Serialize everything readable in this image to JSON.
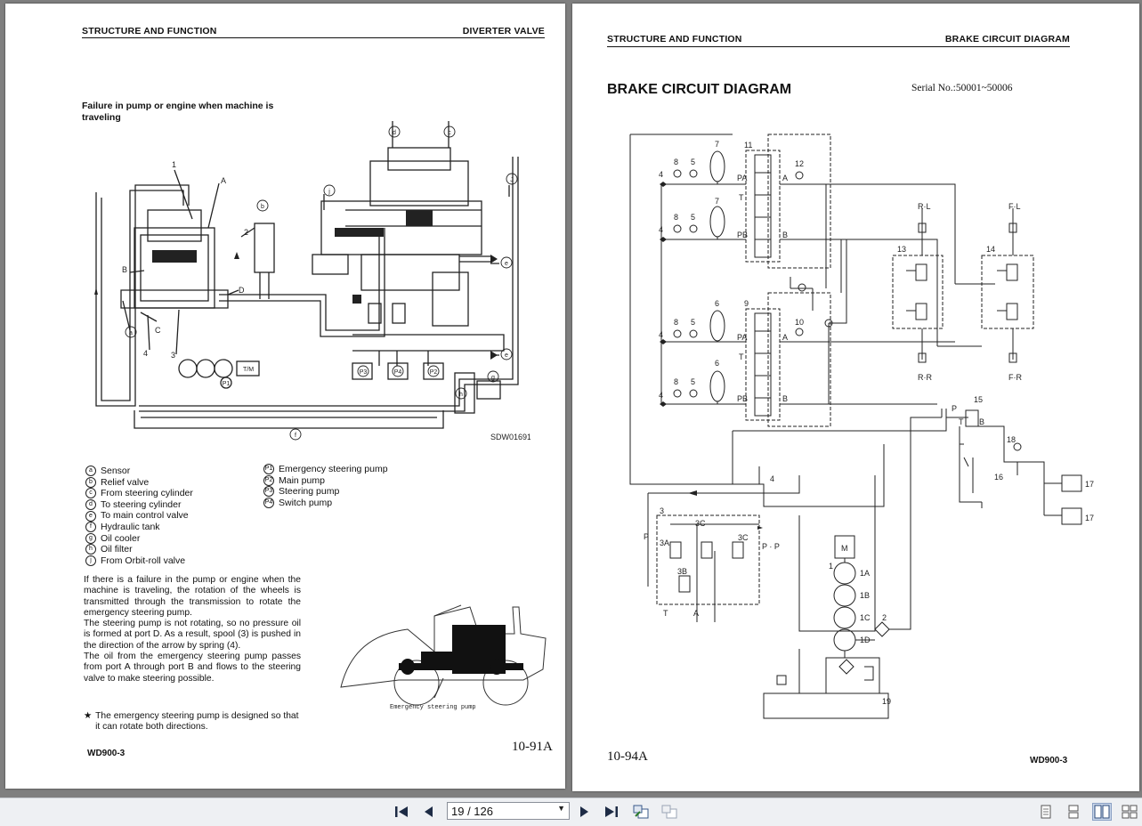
{
  "left_page": {
    "header_left": "STRUCTURE AND FUNCTION",
    "header_right": "DIVERTER VALVE",
    "subtitle_line1": "Failure in pump or engine when machine is",
    "subtitle_line2": "traveling",
    "figure_code": "SDW01691",
    "legend_left": [
      {
        "mark": "a",
        "label": "Sensor"
      },
      {
        "mark": "b",
        "label": "Relief valve"
      },
      {
        "mark": "c",
        "label": "From steering cylinder"
      },
      {
        "mark": "d",
        "label": "To steering cylinder"
      },
      {
        "mark": "e",
        "label": "To main control valve"
      },
      {
        "mark": "f",
        "label": "Hydraulic tank"
      },
      {
        "mark": "g",
        "label": "Oil cooler"
      },
      {
        "mark": "h",
        "label": "Oil filter"
      },
      {
        "mark": "j",
        "label": "From Orbit-roll valve"
      }
    ],
    "legend_right": [
      {
        "mark": "P1",
        "label": "Emergency steering pump"
      },
      {
        "mark": "P2",
        "label": "Main pump"
      },
      {
        "mark": "P3",
        "label": "Steering pump"
      },
      {
        "mark": "P4",
        "label": "Switch pump"
      }
    ],
    "paragraphs": [
      "If there is a failure in the pump or engine when the machine is traveling, the rotation of the wheels is transmitted through the transmission to rotate the emergency steering pump.",
      "The steering pump is not rotating, so no pressure oil is formed at port D. As a result, spool (3) is pushed in the direction of the arrow by spring (4).",
      "The oil from the emergency steering pump passes from port A through port B and flows to the steering valve to make steering possible."
    ],
    "note_star": "★",
    "note": "The emergency steering pump is designed so that it can rotate both directions.",
    "machine_caption": "Emergency steering pump",
    "footer_model": "WD900-3",
    "page_number": "10-91A"
  },
  "right_page": {
    "header_left": "STRUCTURE AND FUNCTION",
    "header_right": "BRAKE CIRCUIT DIAGRAM",
    "title": "BRAKE CIRCUIT DIAGRAM",
    "serial": "Serial No.:50001~50006",
    "labels": {
      "rl": "R·L",
      "fl": "F·L",
      "rr": "R·R",
      "fr": "F·R",
      "n1": "1",
      "n2": "2",
      "n3": "3",
      "n4": "4",
      "n5": "5",
      "n6": "6",
      "n7": "7",
      "n8": "8",
      "n9": "9",
      "n10": "10",
      "n11": "11",
      "n12": "12",
      "n13": "13",
      "n14": "14",
      "n15": "15",
      "n16": "16",
      "n17": "17",
      "n18": "18",
      "n19": "19",
      "n3a": "3A",
      "n3b": "3B",
      "n3c": "3C",
      "n1a": "1A",
      "n1b": "1B",
      "n1c": "1C",
      "n1d": "1D",
      "pa": "PA",
      "pb": "PB",
      "t": "T",
      "a": "A",
      "b": "B",
      "p": "P",
      "pp": "P · P",
      "m": "M"
    },
    "footer_model": "WD900-3",
    "page_number": "10-94A"
  },
  "toolbar": {
    "page_indicator": "19 / 126"
  }
}
